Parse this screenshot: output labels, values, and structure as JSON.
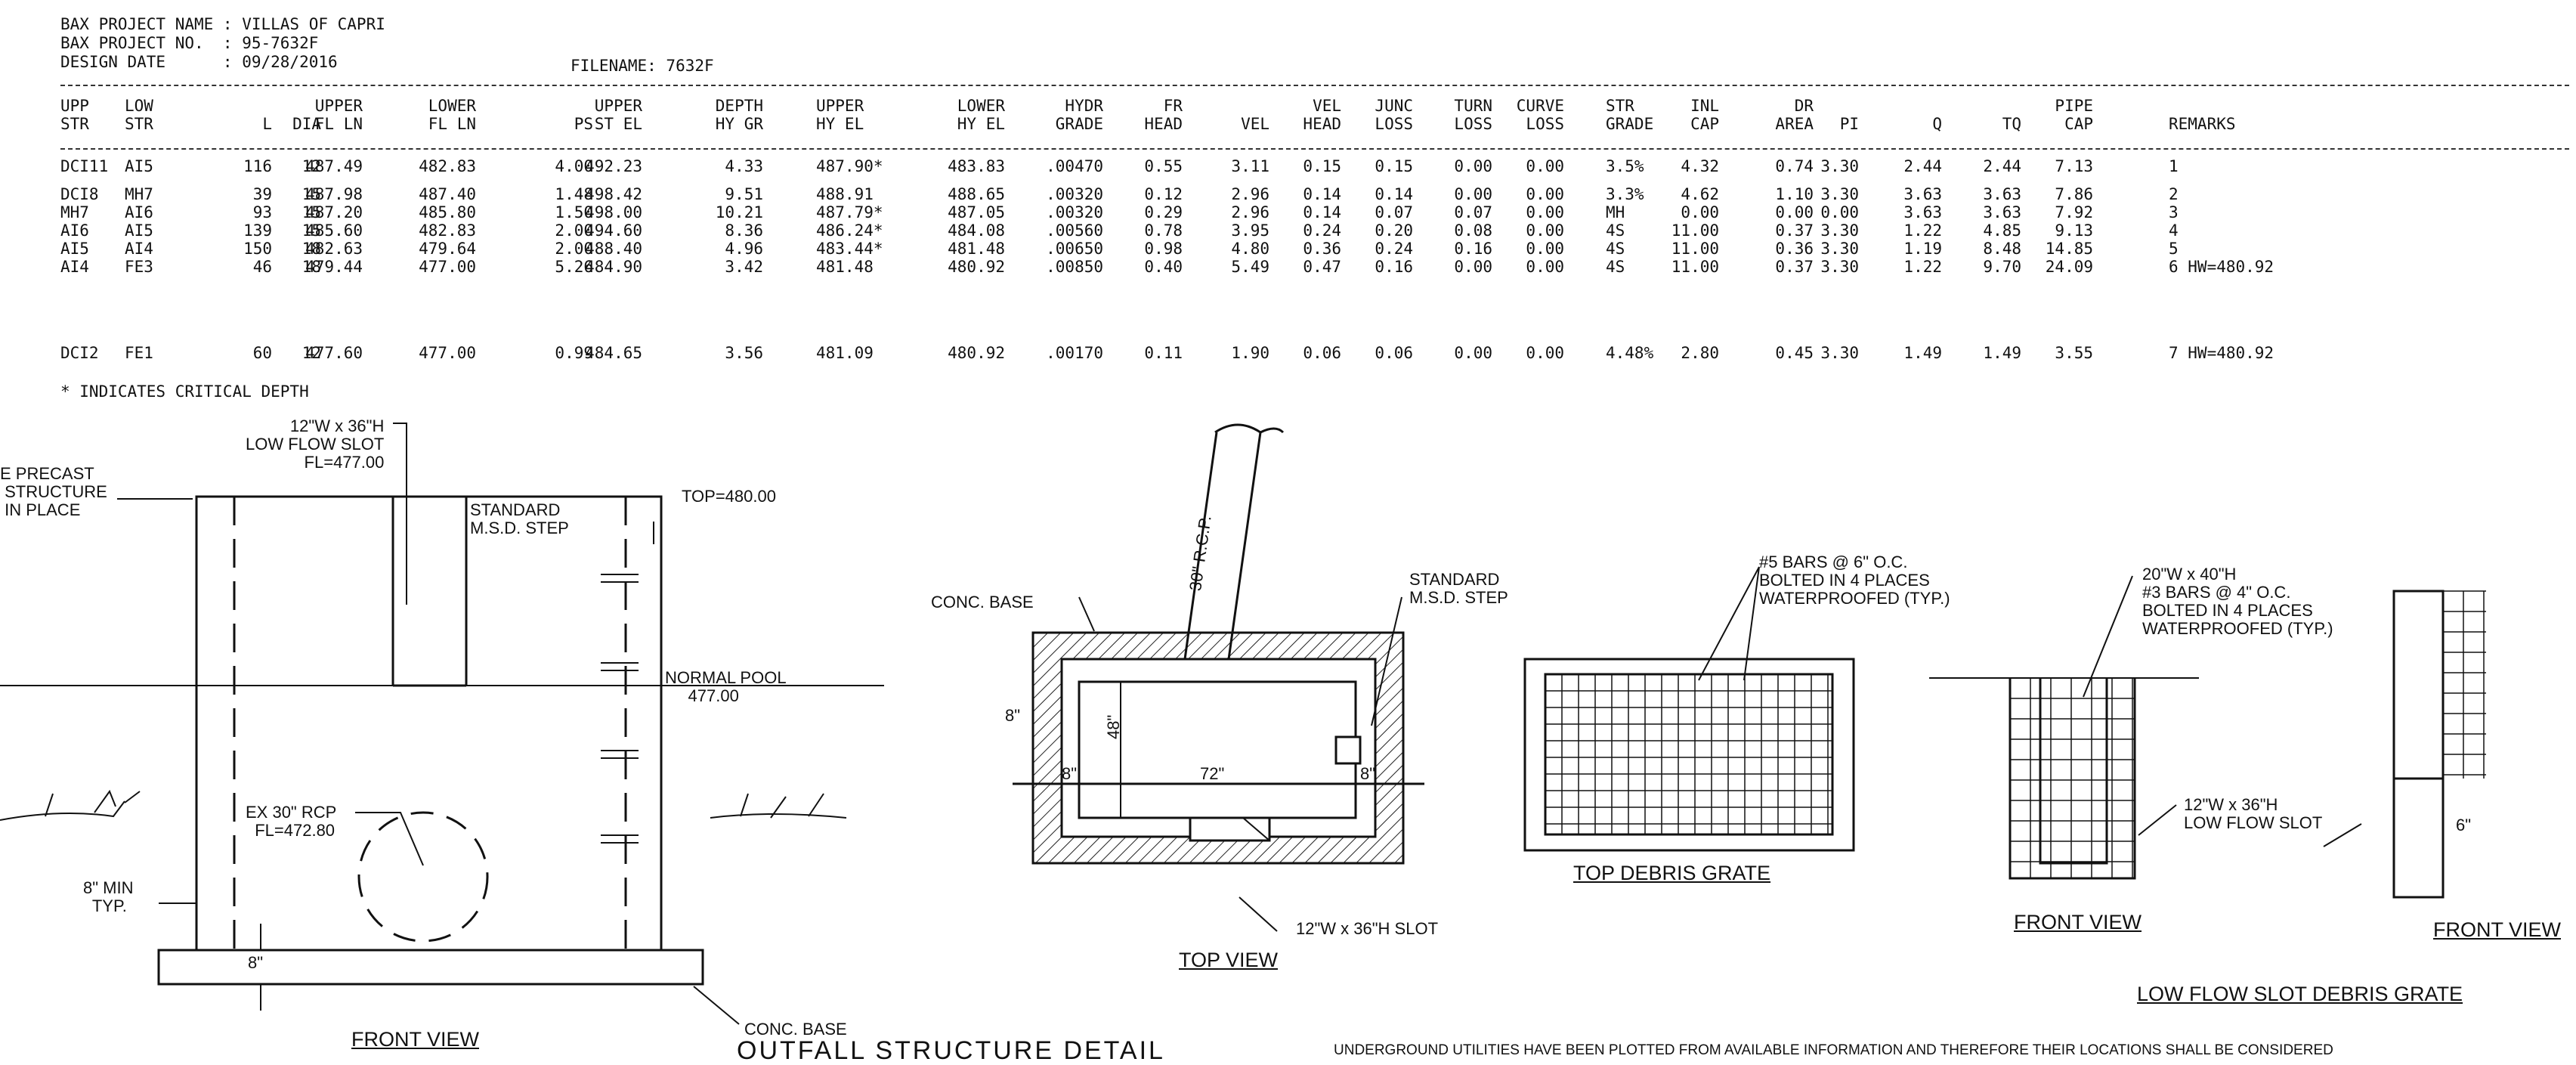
{
  "header": {
    "project_name_label": "BAX PROJECT NAME : VILLAS OF CAPRI",
    "project_no_label": "BAX PROJECT NO.  : 95-7632F",
    "design_date_label": "DESIGN DATE      : 09/28/2016",
    "filename_label": "FILENAME: 7632F"
  },
  "table": {
    "columns": [
      {
        "l1": "UPP",
        "l2": "STR"
      },
      {
        "l1": "LOW",
        "l2": "STR"
      },
      {
        "l1": "",
        "l2": "L"
      },
      {
        "l1": "",
        "l2": "DIA"
      },
      {
        "l1": "UPPER",
        "l2": "FL LN"
      },
      {
        "l1": "LOWER",
        "l2": "FL LN"
      },
      {
        "l1": "",
        "l2": "PS"
      },
      {
        "l1": "UPPER",
        "l2": "ST EL"
      },
      {
        "l1": "DEPTH",
        "l2": "HY GR"
      },
      {
        "l1": "UPPER",
        "l2": "HY EL"
      },
      {
        "l1": "LOWER",
        "l2": "HY EL"
      },
      {
        "l1": "HYDR",
        "l2": "GRADE"
      },
      {
        "l1": "FR",
        "l2": "HEAD"
      },
      {
        "l1": "",
        "l2": "VEL"
      },
      {
        "l1": "VEL",
        "l2": "HEAD"
      },
      {
        "l1": "JUNC",
        "l2": "LOSS"
      },
      {
        "l1": "TURN",
        "l2": "LOSS"
      },
      {
        "l1": "CURVE",
        "l2": "LOSS"
      },
      {
        "l1": "STR",
        "l2": "GRADE"
      },
      {
        "l1": "INL",
        "l2": "CAP"
      },
      {
        "l1": "DR",
        "l2": "AREA"
      },
      {
        "l1": "",
        "l2": "PI"
      },
      {
        "l1": "",
        "l2": "Q"
      },
      {
        "l1": "",
        "l2": "TQ"
      },
      {
        "l1": "PIPE",
        "l2": "CAP"
      },
      {
        "l1": "",
        "l2": "REMARKS"
      }
    ],
    "rows": [
      [
        "DCI11",
        "AI5",
        "116",
        "12",
        "487.49",
        "482.83",
        "4.00",
        "492.23",
        "4.33",
        "487.90*",
        "483.83",
        ".00470",
        "0.55",
        "3.11",
        "0.15",
        "0.15",
        "0.00",
        "0.00",
        "3.5%",
        "4.32",
        "0.74",
        "3.30",
        "2.44",
        "2.44",
        "7.13",
        "1"
      ],
      [
        "DCI8",
        "MH7",
        "39",
        "15",
        "487.98",
        "487.40",
        "1.48",
        "498.42",
        "9.51",
        "488.91",
        "488.65",
        ".00320",
        "0.12",
        "2.96",
        "0.14",
        "0.14",
        "0.00",
        "0.00",
        "3.3%",
        "4.62",
        "1.10",
        "3.30",
        "3.63",
        "3.63",
        "7.86",
        "2"
      ],
      [
        "MH7",
        "AI6",
        "93",
        "15",
        "487.20",
        "485.80",
        "1.50",
        "498.00",
        "10.21",
        "487.79*",
        "487.05",
        ".00320",
        "0.29",
        "2.96",
        "0.14",
        "0.07",
        "0.07",
        "0.00",
        "MH",
        "0.00",
        "0.00",
        "0.00",
        "3.63",
        "3.63",
        "7.92",
        "3"
      ],
      [
        "AI6",
        "AI5",
        "139",
        "15",
        "485.60",
        "482.83",
        "2.00",
        "494.60",
        "8.36",
        "486.24*",
        "484.08",
        ".00560",
        "0.78",
        "3.95",
        "0.24",
        "0.20",
        "0.08",
        "0.00",
        "4S",
        "11.00",
        "0.37",
        "3.30",
        "1.22",
        "4.85",
        "9.13",
        "4"
      ],
      [
        "AI5",
        "AI4",
        "150",
        "18",
        "482.63",
        "479.64",
        "2.00",
        "488.40",
        "4.96",
        "483.44*",
        "481.48",
        ".00650",
        "0.98",
        "4.80",
        "0.36",
        "0.24",
        "0.16",
        "0.00",
        "4S",
        "11.00",
        "0.36",
        "3.30",
        "1.19",
        "8.48",
        "14.85",
        "5"
      ],
      [
        "AI4",
        "FE3",
        "46",
        "18",
        "479.44",
        "477.00",
        "5.26",
        "484.90",
        "3.42",
        "481.48",
        "480.92",
        ".00850",
        "0.40",
        "5.49",
        "0.47",
        "0.16",
        "0.00",
        "0.00",
        "4S",
        "11.00",
        "0.37",
        "3.30",
        "1.22",
        "9.70",
        "24.09",
        "6  HW=480.92"
      ],
      [
        "DCI2",
        "FE1",
        "60",
        "12",
        "477.60",
        "477.00",
        "0.99",
        "484.65",
        "3.56",
        "481.09",
        "480.92",
        ".00170",
        "0.11",
        "1.90",
        "0.06",
        "0.06",
        "0.00",
        "0.00",
        "4.48%",
        "2.80",
        "0.45",
        "3.30",
        "1.49",
        "1.49",
        "3.55",
        "7  HW=480.92"
      ]
    ],
    "footnote": "* INDICATES CRITICAL DEPTH"
  },
  "drawing": {
    "low_flow_slot_note": "12\"W x 36\"H\nLOW FLOW SLOT\nFL=477.00",
    "precast_note": "E PRECAST\n STRUCTURE\n IN PLACE",
    "std_step_note_1": "STANDARD\nM.S.D. STEP",
    "top_elev": "TOP=480.00",
    "normal_pool": "NORMAL POOL\n     477.00",
    "ex_rcp": "EX 30\" RCP\n  FL=472.80",
    "min_typ": "8\" MIN\n  TYP.",
    "dim_8_vert": "8\"",
    "conc_base_1": "CONC. BASE",
    "front_view_1": "FRONT VIEW",
    "conc_base_2": "CONC. BASE",
    "std_step_note_2": "STANDARD\nM.S.D. STEP",
    "rcp_label": "30\" R.C.P.",
    "dim_8_a": "8\"",
    "dim_8_b": "8\"",
    "dim_8_c": "8\"",
    "dim_48": "48\"",
    "dim_72": "72\"",
    "slot_note": "12\"W x 36\"H SLOT",
    "top_view": "TOP VIEW",
    "bars_note": "#5 BARS @ 6\" O.C.\nBOLTED IN 4 PLACES\nWATERPROOFED (TYP.)",
    "top_debris_grate": "TOP DEBRIS GRATE",
    "bars_note_2": "20\"W x 40\"H\n#3 BARS @ 4\" O.C.\nBOLTED IN 4 PLACES\nWATERPROOFED (TYP.)",
    "slot_note_2": "12\"W x 36\"H\nLOW FLOW SLOT",
    "front_view_2": "FRONT VIEW",
    "dim_6": "6\"",
    "front_view_3": "FRONT VIEW",
    "low_flow_debris": "LOW FLOW SLOT DEBRIS GRATE",
    "outfall_title": "OUTFALL STRUCTURE DETAIL",
    "utilities_note": "UNDERGROUND UTILITIES HAVE BEEN PLOTTED FROM AVAILABLE INFORMATION AND THEREFORE THEIR LOCATIONS SHALL BE CONSIDERED"
  }
}
